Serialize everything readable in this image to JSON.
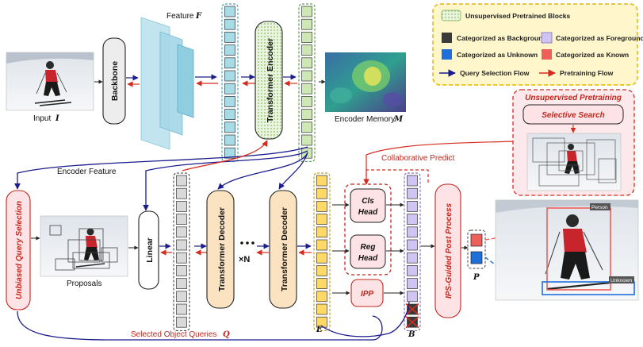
{
  "labels": {
    "input": "Input",
    "input_sym": "I",
    "backbone": "Backbone",
    "feature": "Feature",
    "feature_sym": "F",
    "transformer_encoder": "Transformer Encoder",
    "encoder_memory": "Encoder Memory",
    "encoder_memory_sym": "M",
    "encoder_feature": "Encoder Feature",
    "unbiased_query_selection": "Unbiased Query Selection",
    "proposals": "Proposals",
    "linear": "Linear",
    "transformer_decoder": "Transformer Decoder",
    "repeat": "×N",
    "cls_head_1": "Cls",
    "cls_head_2": "Head",
    "reg_head_1": "Reg",
    "reg_head_2": "Head",
    "ipp": "IPP",
    "collaborative_predict": "Collaborative Predict",
    "ips_guided_post_process": "IPS-Guided Post Process",
    "unsupervised_pretraining": "Unsupervised Pretraining",
    "selective_search": "Selective Search",
    "selected_object_queries": "Selected Object Queries",
    "selected_object_queries_sym": "Q",
    "sym_e": "E",
    "sym_b": "B",
    "sym_p": "P",
    "person": "Person",
    "unknown": "Unknown"
  },
  "legend": {
    "pretrained": "Unsupervised Pretrained Blocks",
    "background": "Categorized as Background",
    "foreground": "Categorized as Foreground",
    "unknown": "Categorized as Unknown",
    "known": "Categorized as Known",
    "query_flow": "Query Selection Flow",
    "pretrain_flow": "Pretraining Flow"
  },
  "colors": {
    "teal": "#a6dce8",
    "green": "#cde8b4",
    "yellow": "#ffd966",
    "purple": "#cfc4f2",
    "gray": "#d9d9d9",
    "background_dark": "#3a3a3a",
    "unknown_blue": "#1f6fdb",
    "known_red": "#ef5f5a",
    "query_flow": "#1c1c8c",
    "pretrain_flow": "#d52b1e",
    "pink_fill": "#fde3e6",
    "legend_bg": "#fff6cc",
    "legend_border": "#e9b400"
  }
}
